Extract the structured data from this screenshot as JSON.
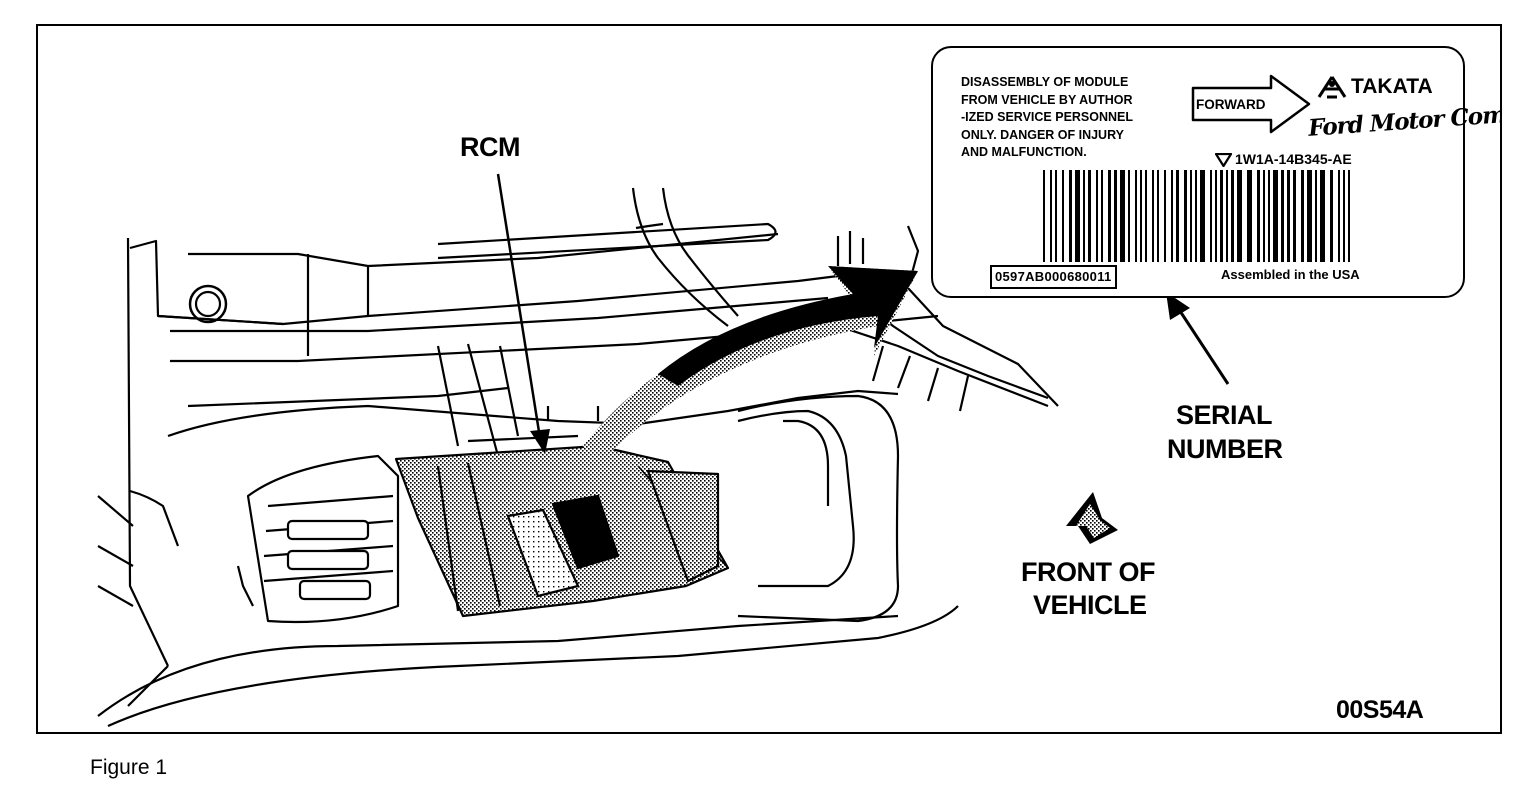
{
  "callouts": {
    "rcm": "RCM",
    "serial_number_line1": "SERIAL",
    "serial_number_line2": "NUMBER",
    "front_line1": "FRONT OF",
    "front_line2": "VEHICLE",
    "figure_code": "00S54A"
  },
  "label": {
    "warning_lines": [
      "DISASSEMBLY OF MODULE",
      "FROM VEHICLE BY AUTHOR",
      "-IZED SERVICE PERSONNEL",
      "ONLY. DANGER OF INJURY",
      "AND MALFUNCTION."
    ],
    "forward": "FORWARD",
    "brand": "TAKATA",
    "maker": "Ford Motor Company",
    "part_number": "1W1A-14B345-AE",
    "serial": "0597AB000680011",
    "assembled": "Assembled in the USA",
    "logo_icon": "takata-logo-icon",
    "triangle_icon": "down-triangle-icon"
  },
  "caption": "Figure  1"
}
